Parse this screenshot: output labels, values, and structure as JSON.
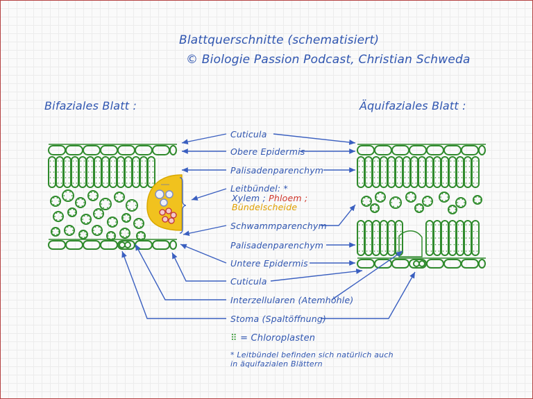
{
  "title": "Blattquerschnitte (schematisiert)",
  "credit": "© Biologie Passion Podcast, Christian Schweda",
  "left_heading": "Bifaziales Blatt :",
  "right_heading": "Äquifaziales Blatt :",
  "labels": {
    "cuticula_top": "Cuticula",
    "obere_epidermis": "Obere Epidermis",
    "palisade_top": "Palisadenparenchym",
    "leitbuendel": "Leitbündel",
    "leitbuendel_suffix": ": *",
    "xylem": "Xylem ;",
    "phloem": "Phloem ;",
    "buendelscheide": "Bündelscheide",
    "schwamm": "Schwammparenchym",
    "palisade_bottom": "Palisadenparenchym",
    "untere_epidermis": "Untere Epidermis",
    "cuticula_bottom": "Cuticula",
    "interzellularen": "Interzellularen (Atemhöhle)",
    "stoma": "Stoma (Spaltöffnung)"
  },
  "legend": {
    "symbol": "⠿",
    "text": "= Chloroplasten"
  },
  "footnote": {
    "line1": "* Leitbündel befinden sich natürlich auch",
    "line2": "in äquifazialen Blättern"
  },
  "colors": {
    "cell": "#2f8a2c",
    "chloroplast": "#3a9a37",
    "arrow": "#3a5fc0",
    "ink": "#2f55b0",
    "xylem": "#7f8fc8",
    "phloem": "#c0303a",
    "sheath": "#f1c21e"
  }
}
